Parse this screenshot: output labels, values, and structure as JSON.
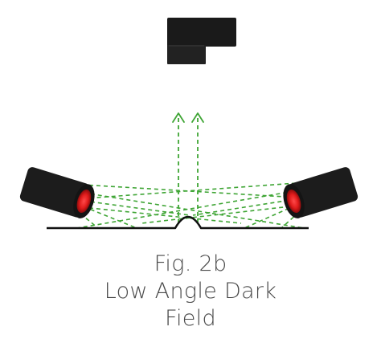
{
  "caption": {
    "figure": "Fig. 2b",
    "title_line1": "Low Angle Dark",
    "title_line2": "Field"
  },
  "colors": {
    "camera": "#1a1a1a",
    "lens": "#1e1e1e",
    "light_body": "#1c1c1c",
    "light_emitter": "#e01b1b",
    "rays": "#3fa535",
    "surface": "#111111",
    "caption_text": "#4a4a4a"
  },
  "icons": [
    "camera-icon",
    "light-source-icon"
  ]
}
